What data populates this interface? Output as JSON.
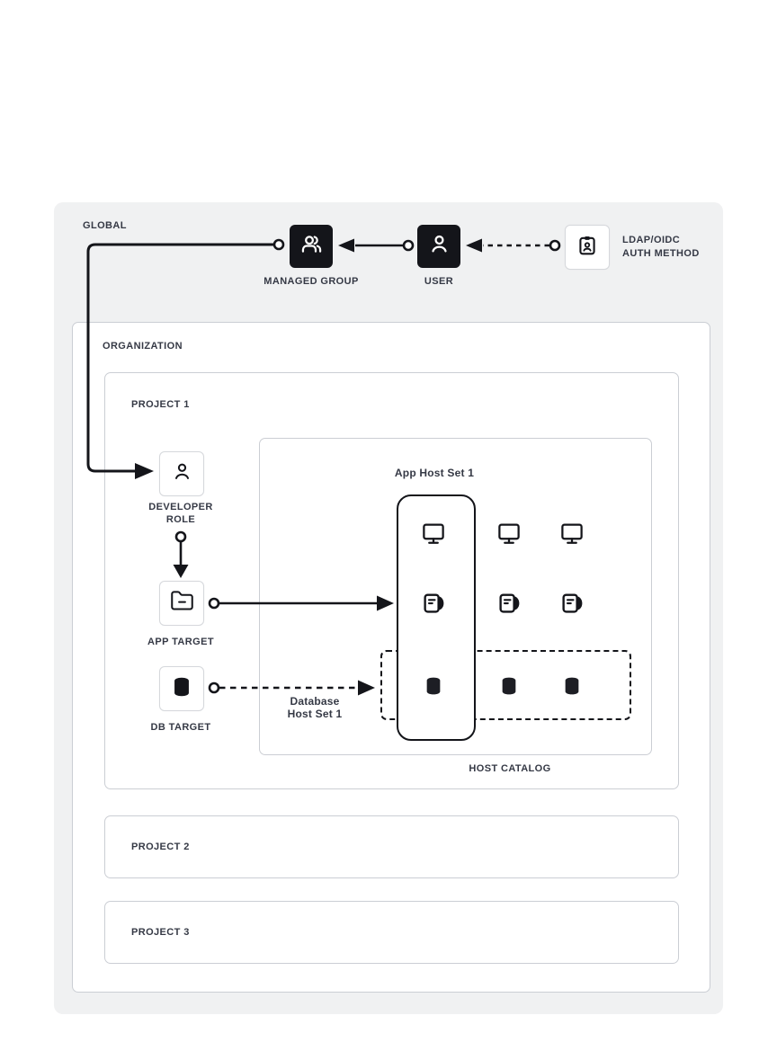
{
  "colors": {
    "background": "#ffffff",
    "global_scope_bg": "#f0f1f2",
    "box_border": "#cbced4",
    "ink": "#14151a",
    "text": "#353945"
  },
  "global": {
    "label": "GLOBAL"
  },
  "organization": {
    "label": "ORGANIZATION"
  },
  "projects": {
    "p1": "PROJECT 1",
    "p2": "PROJECT 2",
    "p3": "PROJECT 3"
  },
  "nodes": {
    "managed_group": {
      "label": "MANAGED GROUP",
      "icon": "users-icon"
    },
    "user": {
      "label": "USER",
      "icon": "user-icon"
    },
    "auth_method": {
      "line1": "LDAP/OIDC",
      "line2": "AUTH METHOD",
      "icon": "id-badge-icon"
    },
    "developer_role": {
      "label": "DEVELOPER ROLE",
      "icon": "user-outline-icon"
    },
    "app_target": {
      "label": "APP TARGET",
      "icon": "folder-minus-icon"
    },
    "db_target": {
      "label": "DB TARGET",
      "icon": "database-icon"
    }
  },
  "host_catalog": {
    "label": "HOST CATALOG",
    "app_host_set": "App Host Set 1",
    "db_host_set": "Database Host Set 1",
    "grid_icons": [
      [
        "monitor-icon",
        "monitor-icon",
        "monitor-icon"
      ],
      [
        "host-icon",
        "host-icon",
        "host-icon"
      ],
      [
        "database-icon",
        "database-icon",
        "database-icon"
      ]
    ]
  },
  "connections": [
    {
      "from": "user",
      "to": "managed_group",
      "style": "solid"
    },
    {
      "from": "auth_method",
      "to": "user",
      "style": "dashed"
    },
    {
      "from": "managed_group",
      "to": "developer_role",
      "style": "solid"
    },
    {
      "from": "developer_role",
      "to": "app_target",
      "style": "solid"
    },
    {
      "from": "app_target",
      "to": "app_host_set",
      "style": "solid"
    },
    {
      "from": "db_target",
      "to": "db_host_set",
      "style": "dashed"
    }
  ]
}
